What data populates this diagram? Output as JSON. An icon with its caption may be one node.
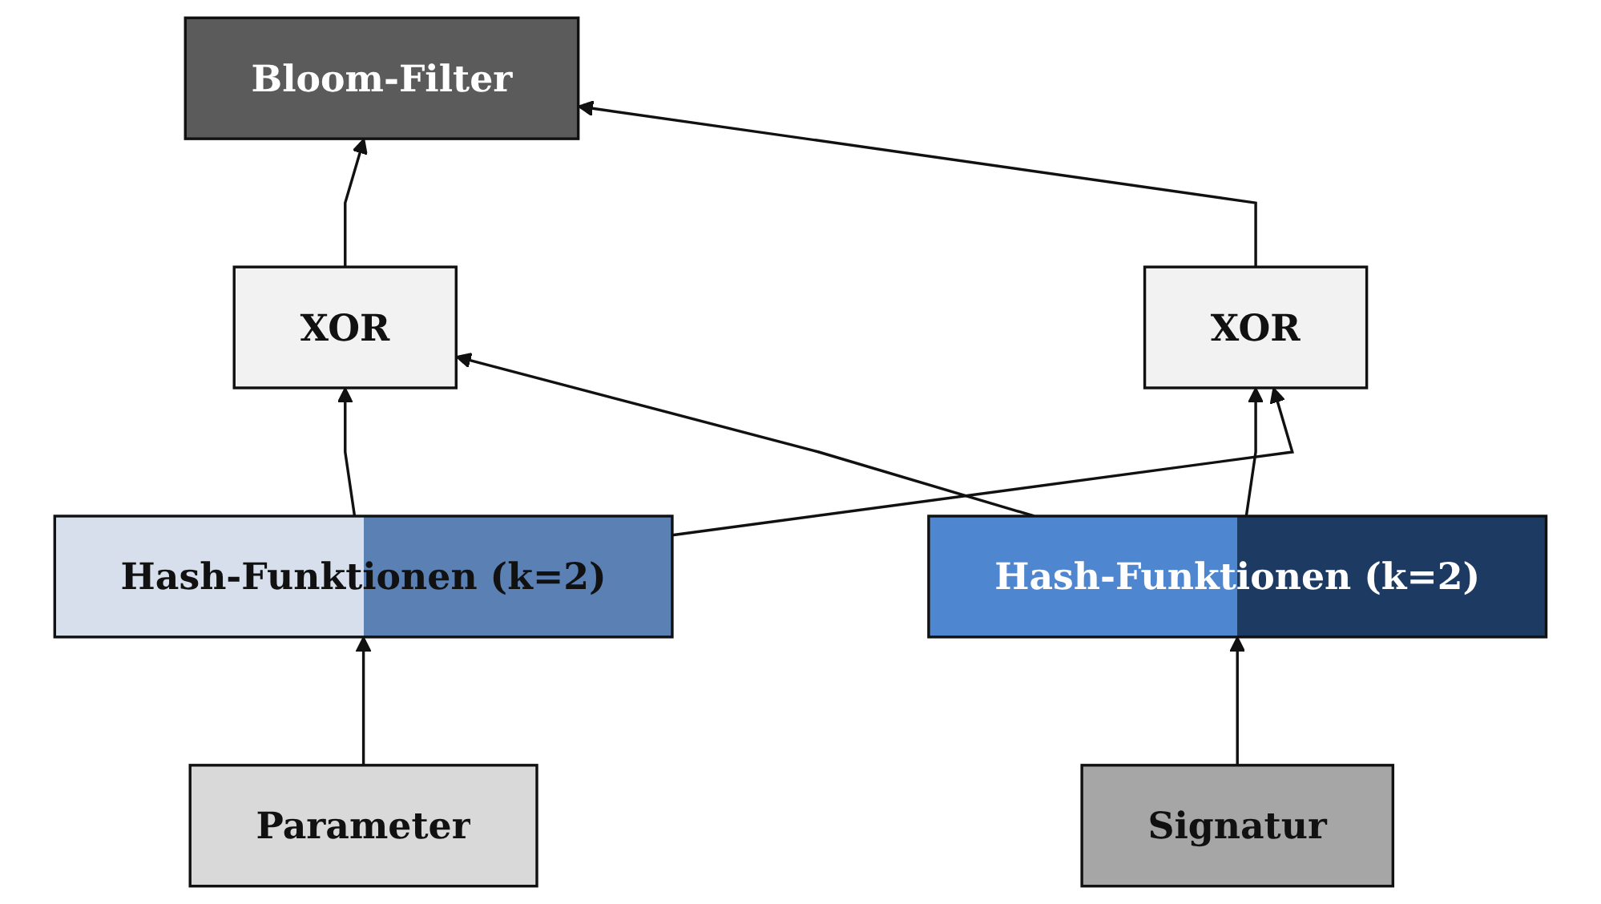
{
  "diagram": {
    "nodes": [
      {
        "text": [
          "Bloom-Filter"
        ]
      },
      {
        "text": [
          "XOR"
        ]
      },
      {
        "text": [
          "XOR"
        ]
      },
      {
        "text": [
          "Hash-Funktionen (k=2)"
        ]
      },
      {
        "text": [
          "Hash-Funktionen (k=2)"
        ]
      },
      {
        "text": [
          "Parameter"
        ]
      },
      {
        "text": [
          "Signatur"
        ]
      }
    ],
    "edges": [
      {
        "from": 5,
        "to": 3,
        "arrow": "to"
      },
      {
        "from": 3,
        "to": 1,
        "arrow": "to"
      },
      {
        "from": 1,
        "to": 0,
        "arrow": "to"
      },
      {
        "from": 6,
        "to": 4,
        "arrow": "to"
      },
      {
        "from": 4,
        "to": 2,
        "arrow": "to"
      },
      {
        "from": 2,
        "to": 0,
        "arrow": "to"
      },
      {
        "from": 3,
        "to": 2,
        "arrow": "to"
      },
      {
        "from": 4,
        "to": 1,
        "arrow": "to"
      }
    ]
  }
}
